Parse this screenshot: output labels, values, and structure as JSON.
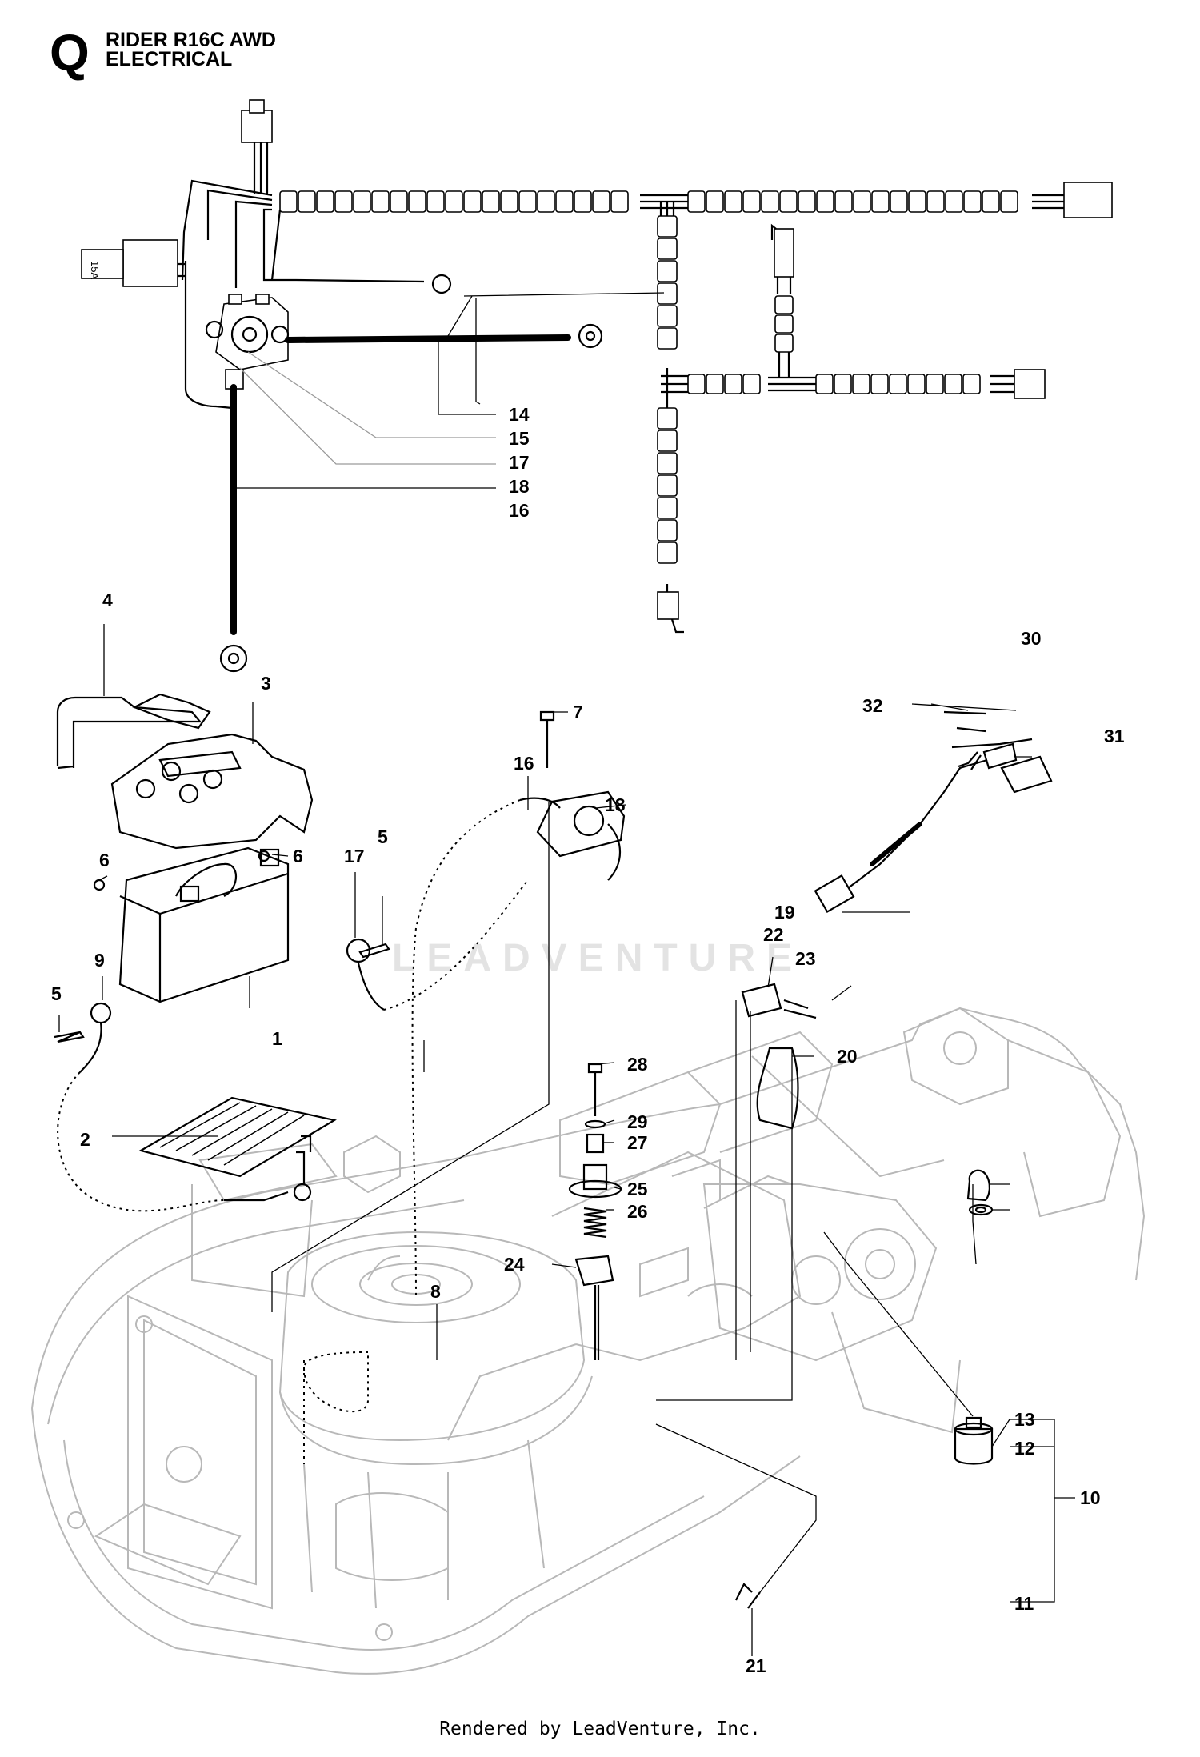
{
  "header": {
    "section_letter": "Q",
    "model": "RIDER R16C AWD",
    "group": "ELECTRICAL"
  },
  "watermark": "LEADVENTURE",
  "footer": "Rendered by LeadVenture, Inc.",
  "callouts": [
    "1",
    "2",
    "3",
    "4",
    "5",
    "5",
    "6",
    "6",
    "7",
    "8",
    "9",
    "10",
    "11",
    "12",
    "13",
    "14",
    "15",
    "16",
    "16",
    "17",
    "17",
    "18",
    "18",
    "19",
    "20",
    "21",
    "22",
    "23",
    "24",
    "25",
    "26",
    "27",
    "28",
    "29",
    "30",
    "31",
    "32"
  ]
}
